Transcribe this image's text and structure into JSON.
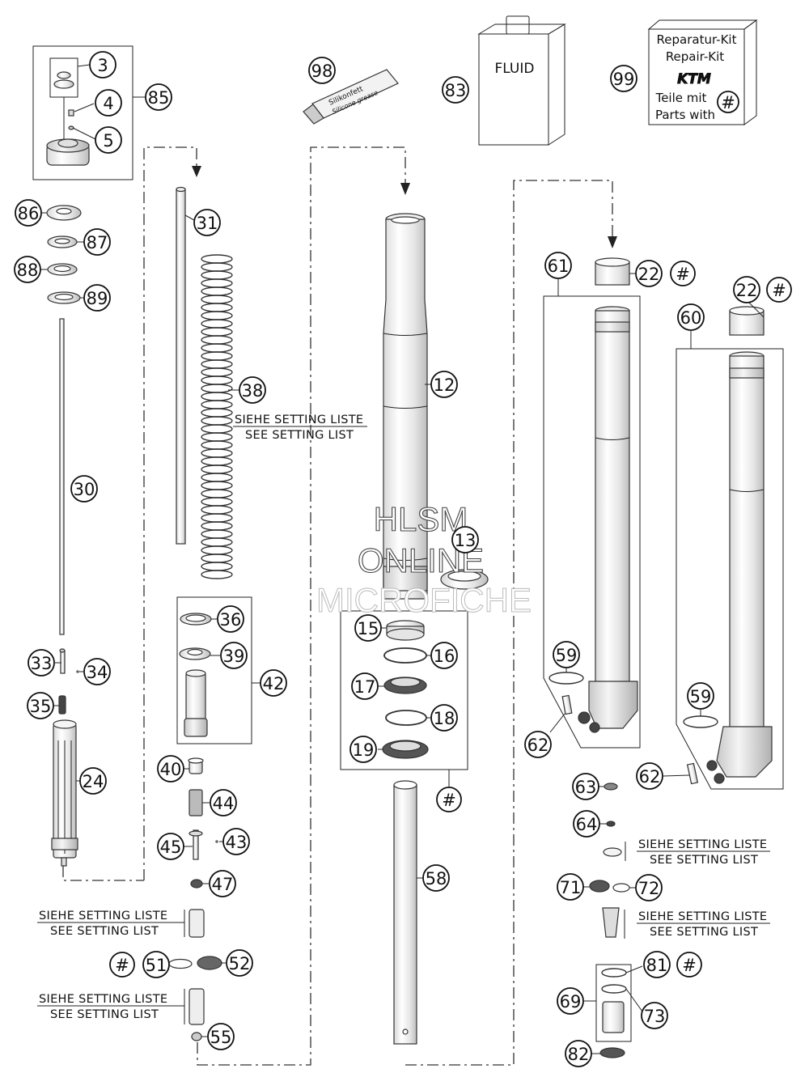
{
  "callouts": {
    "c3": "3",
    "c4": "4",
    "c5": "5",
    "c85": "85",
    "c86": "86",
    "c87": "87",
    "c88": "88",
    "c89": "89",
    "c30": "30",
    "c33": "33",
    "c34": "34",
    "c35": "35",
    "c24": "24",
    "c31": "31",
    "c38": "38",
    "c36": "36",
    "c39": "39",
    "c42": "42",
    "c40": "40",
    "c44": "44",
    "c45": "45",
    "c43": "43",
    "c47": "47",
    "c51": "51",
    "c52": "52",
    "c55": "55",
    "c98": "98",
    "c83": "83",
    "c99": "99",
    "c12": "12",
    "c13": "13",
    "c15": "15",
    "c16": "16",
    "c17": "17",
    "c18": "18",
    "c19": "19",
    "c58": "58",
    "c61": "61",
    "c60": "60",
    "c22a": "22",
    "c22b": "22",
    "c59a": "59",
    "c59b": "59",
    "c62a": "62",
    "c62b": "62",
    "c63": "63",
    "c64": "64",
    "c71": "71",
    "c72": "72",
    "c81": "81",
    "c69": "69",
    "c73": "73",
    "c82": "82"
  },
  "hash": "#",
  "notes": {
    "de": "SIEHE SETTING LISTE",
    "en": "SEE SETTING LIST"
  },
  "fluid_label": "FLUID",
  "tube_label": {
    "line1": "Silikonfett",
    "line2": "Silicone grease"
  },
  "kit": {
    "line1": "Reparatur-Kit",
    "line2": "Repair-Kit",
    "logo": "KTM",
    "line3": "Teile mit",
    "line4": "Parts with"
  },
  "watermark": {
    "line1": "HLSM",
    "line2": "ONLINE",
    "line3": "MICROFICHE"
  },
  "colors": {
    "ink": "#111111",
    "part_fill": "#e8e8e8",
    "paper": "#ffffff"
  }
}
